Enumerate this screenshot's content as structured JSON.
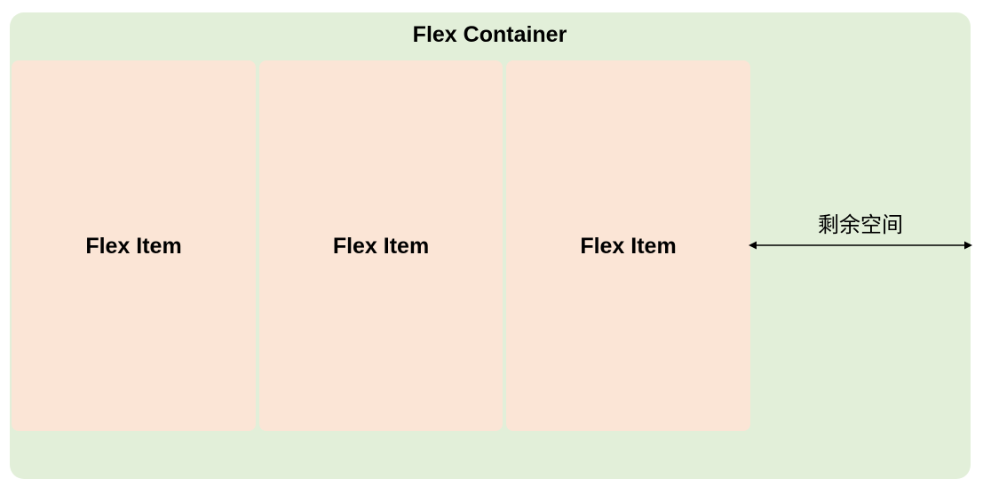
{
  "container": {
    "title": "Flex Container"
  },
  "items": [
    {
      "label": "Flex Item"
    },
    {
      "label": "Flex Item"
    },
    {
      "label": "Flex Item"
    }
  ],
  "remaining_space": {
    "label": "剩余空间"
  },
  "colors": {
    "container_fill": "#e2efd9",
    "item_fill": "#fbe5d6",
    "text": "#000000"
  }
}
